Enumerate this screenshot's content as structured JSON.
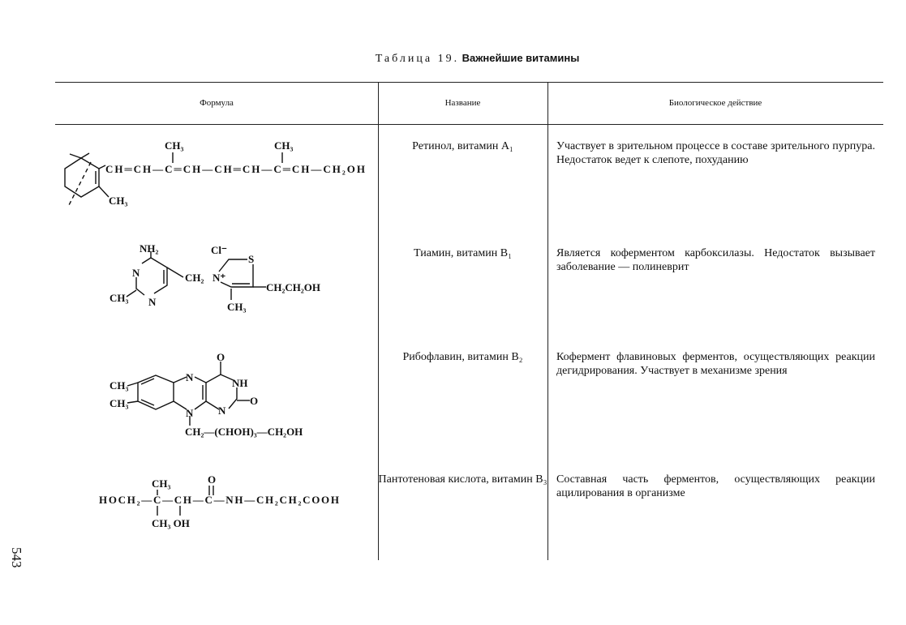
{
  "title": {
    "lead": "Таблица 19.",
    "bold": "Важнейшие витамины"
  },
  "headers": [
    "Формула",
    "Название",
    "Биологическое действие"
  ],
  "rows": [
    {
      "name": "Ретинол, витамин A₁",
      "action": "Участвует в зрительном процессе в составе зрительного пурпура. Недостаток ведет к слепоте, похуданию",
      "formula": {
        "chain": "CH═CH—C═CH—CH═CH—C═CH—CH₂OH",
        "ch3_a": "CH₃",
        "ch3_b": "CH₃",
        "ch3_ring": "CH₃"
      }
    },
    {
      "name": "Тиамин, витамин B₁",
      "action": "Является коферментом карбоксилазы. Недостаток вызывает заболевание — полиневрит",
      "formula": {
        "nh2": "NH₂",
        "cl": "Cl⁻",
        "n1": "N",
        "n2": "N",
        "ch3_left": "CH₃",
        "ch2": "CH₂",
        "nplus": "N⁺",
        "s": "S",
        "side": "CH₂CH₂OH",
        "ch3_bottom": "CH₃"
      }
    },
    {
      "name": "Рибофлавин, витамин B₂",
      "action": "Кофермент флавиновых ферментов, осуществляющих реакции дегидрирования. Участвует в механизме зрения",
      "formula": {
        "ch3_a": "CH₃",
        "ch3_b": "CH₃",
        "n_top": "N",
        "n_bottom": "N",
        "nh": "NH",
        "o_top": "O",
        "o_right": "O",
        "n_right": "N",
        "chain": "CH₂—(CHOH)₃—CH₂OH"
      }
    },
    {
      "name": "Пантотеновая кислота, витамин B₃",
      "action": "Составная часть ферментов, осуществляющих реакции ацилирования в организме",
      "formula": {
        "main": "HOCH₂—C—CH—C—NH—CH₂CH₂COOH",
        "ch3_top": "CH₃",
        "o": "O",
        "bottom": "CH₃ OH"
      }
    }
  ],
  "page_number": "543"
}
